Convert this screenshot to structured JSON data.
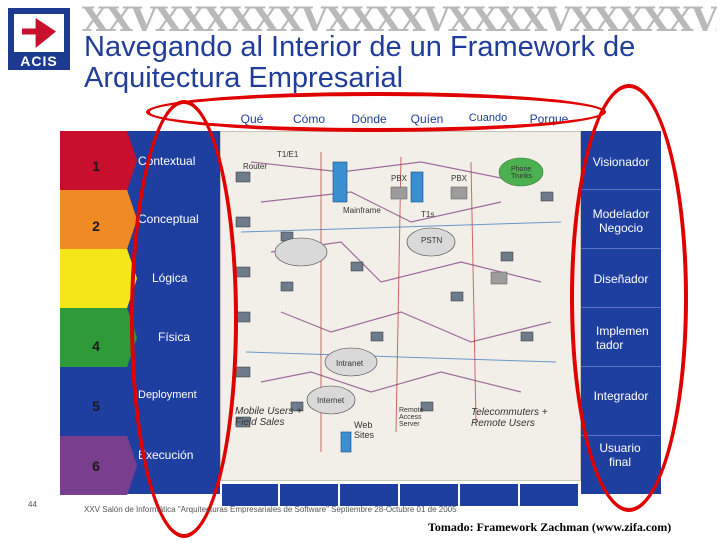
{
  "logo": {
    "text": "ACIS"
  },
  "banner": {
    "text": "XXVXXXXXXVXXXXVXXXXVXXXXXVXXXXVXXXXV"
  },
  "title": "Navegando al Interior de un Framework de Arquitectura Empresarial",
  "columns": [
    "Qué",
    "Cómo",
    "Dónde",
    "Quíen",
    "Cuando",
    "Porque"
  ],
  "rows": [
    {
      "number": "1",
      "label": "Contextual",
      "color": "#c8102e"
    },
    {
      "number": "2",
      "label": "Conceptual",
      "color": "#f08a24"
    },
    {
      "number": "",
      "label": "Lógica",
      "color": "#f5e61a"
    },
    {
      "number": "4",
      "label": "Física",
      "color": "#2e9a3a"
    },
    {
      "number": "5",
      "label": "Deployment",
      "color": "#1f3fa0"
    },
    {
      "number": "6",
      "label": "Execución",
      "color": "#7a3e8e"
    }
  ],
  "roles": [
    "Visionador",
    "Modelador Negocio",
    "Diseñador",
    "Implemen tador",
    "Integrador",
    "Usuario final"
  ],
  "diagram_labels": {
    "t1": "T1/E1",
    "router": "Router",
    "pbx1": "PBX",
    "pbx2": "PBX",
    "tis": "T1s",
    "pstn": "PSTN",
    "mainframe": "Mainframe",
    "intranet": "Intranet",
    "internet": "Internet",
    "mobile": "Mobile Users + Field Sales",
    "telecommuters": "Telecommuters + Remote Users",
    "web": "Web Sites",
    "remote": "Remote Access Server",
    "phone": "Phone Trunks"
  },
  "footer": {
    "page_number": "44",
    "event_text": "XXV Salón de Informática \"Arquitecturas Empresariales de Software\" Septiembre 28-Octubre 01 de 2005",
    "credit": "Tomado: Framework Zachman (www.zifa.com)"
  },
  "colors": {
    "primary_blue": "#1f3fa0",
    "title_blue": "#1f3d99",
    "oval_red": "#e00000"
  }
}
